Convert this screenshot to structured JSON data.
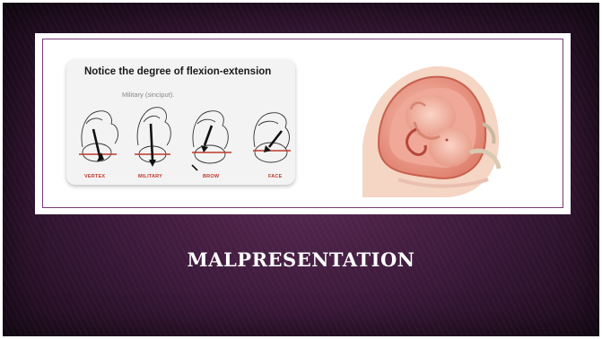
{
  "slide": {
    "title": "MALPRESENTATION"
  },
  "figure": {
    "title": "Notice the degree of flexion-extension",
    "caption": "Military (sinciput).",
    "labels": [
      "VERTEX",
      "MILITARY",
      "BROW",
      "FACE"
    ]
  },
  "colors": {
    "background": "#3d1a3b",
    "border": "#7a3a78",
    "label_red": "#c0392b",
    "title_text": "#ffffff"
  },
  "icons": {
    "illustration": "fetus-in-uterus-illustration"
  }
}
